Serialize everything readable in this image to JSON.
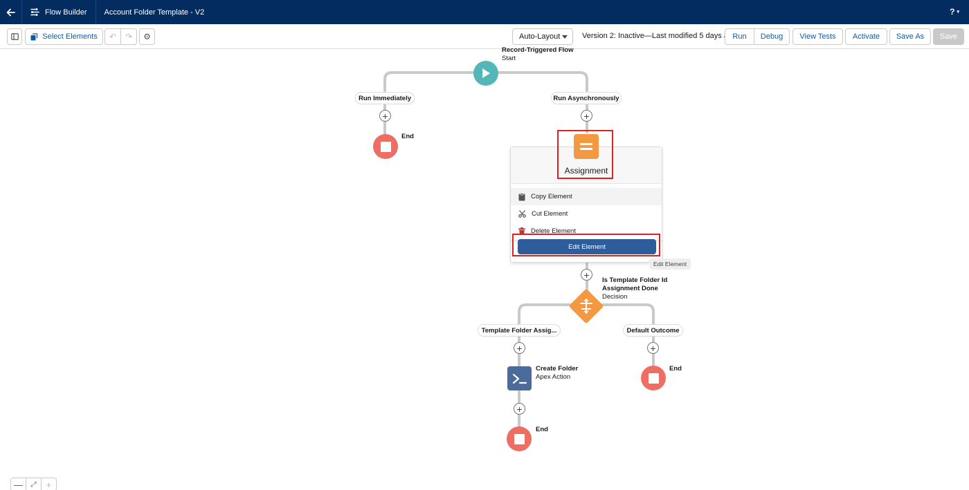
{
  "header": {
    "app_name": "Flow Builder",
    "flow_title": "Account Folder Template - V2",
    "help_label": "?"
  },
  "toolbar": {
    "select_elements_label": "Select Elements",
    "layout_value": "Auto-Layout",
    "version_text": "Version 2: Inactive—Last modified 5 days ago",
    "run_label": "Run",
    "debug_label": "Debug",
    "view_tests_label": "View Tests",
    "activate_label": "Activate",
    "save_as_label": "Save As",
    "save_label": "Save"
  },
  "flow": {
    "start": {
      "title": "Record-Triggered Flow",
      "subtitle": "Start"
    },
    "branch_left_label": "Run Immediately",
    "branch_right_label": "Run Asynchronously",
    "end_label": "End",
    "assignment_label": "Assignment",
    "decision": {
      "title_line1": "Is Template Folder Id",
      "title_line2": "Assignment Done",
      "subtitle": "Decision"
    },
    "outcome_left_label": "Template Folder Assig...",
    "outcome_right_label": "Default Outcome",
    "apex": {
      "title": "Create Folder",
      "subtitle": "Apex Action"
    }
  },
  "popover": {
    "items": [
      {
        "label": "Copy Element",
        "icon": "clipboard-icon"
      },
      {
        "label": "Cut Element",
        "icon": "scissors-icon"
      },
      {
        "label": "Delete Element",
        "icon": "trash-icon"
      }
    ],
    "edit_button_label": "Edit Element",
    "tooltip": "Edit Element"
  },
  "colors": {
    "header_bg": "#032d60",
    "start": "#54b7b7",
    "end": "#ef6e64",
    "assignment": "#f49842",
    "apex": "#4b6b9a",
    "highlight": "#e02020",
    "primary_button": "#2f5d9b"
  }
}
